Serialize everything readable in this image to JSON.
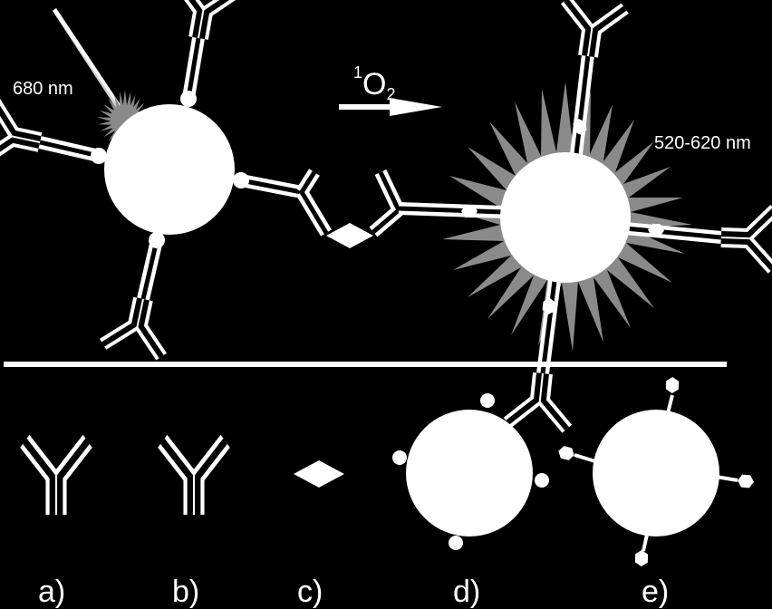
{
  "labels": {
    "excitation": "680 nm",
    "reagent": "O",
    "reagent_superscript": "1",
    "reagent_subscript": "2",
    "emission": "520-620 nm",
    "legend_a": "a)",
    "legend_b": "b)",
    "legend_c": "c)",
    "legend_d": "d)",
    "legend_e": "e)"
  },
  "colors": {
    "background": "#000000",
    "foreground": "#ffffff",
    "glow": "#8a8a8a"
  }
}
